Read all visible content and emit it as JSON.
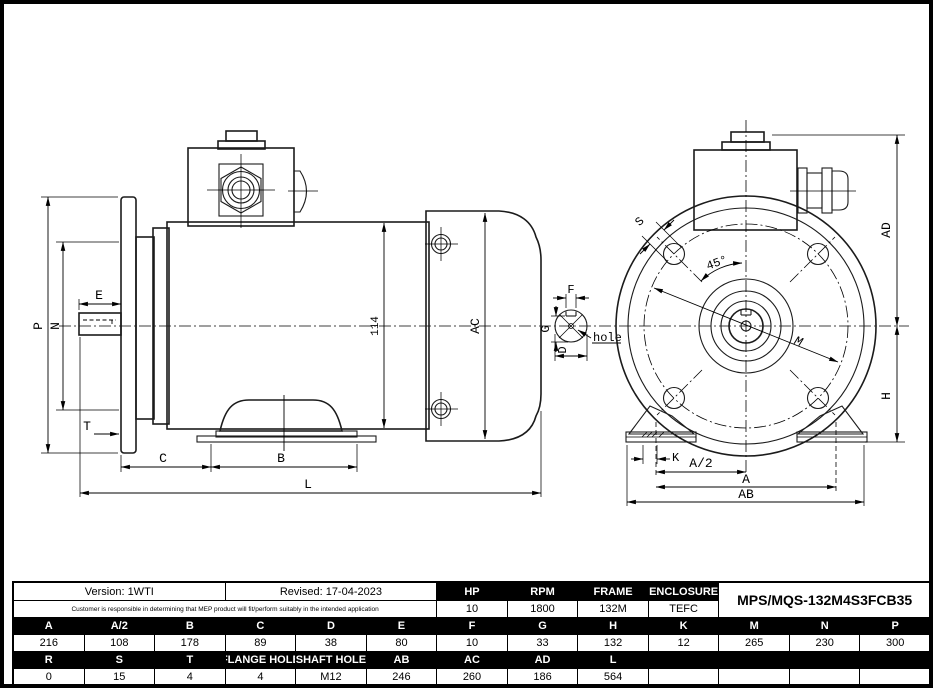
{
  "page": {
    "bg": "#ffffff",
    "frame_color": "#000000"
  },
  "drawing": {
    "line_color": "#1b1b1b",
    "fill_light": "#dadada",
    "fill_dark": "#a0a0a0",
    "side_view": {
      "P": "P",
      "N": "N",
      "E": "E",
      "T": "T",
      "C": "C",
      "B": "B",
      "L": "L",
      "len_114": "114",
      "AC": "AC"
    },
    "shaft_detail": {
      "F": "F",
      "G": "G",
      "D": "D",
      "hole_label": "hole"
    },
    "front_view": {
      "S": "S",
      "angle_45": "45°",
      "M": "M",
      "AD": "AD",
      "H": "H",
      "K": "K",
      "A_half": "A/2",
      "A": "A",
      "AB": "AB"
    }
  },
  "table": {
    "version": "Version: 1WTI",
    "revised": "Revised: 17-04-2023",
    "disclaimer": "Customer is responsible in determining that MEP product will fit/perform suitably in the intended application",
    "model": "MPS/MQS-132M4S3FCB35",
    "spec_headers": [
      "HP",
      "RPM",
      "FRAME",
      "ENCLOSURE"
    ],
    "spec_values": [
      "10",
      "1800",
      "132M",
      "TEFC"
    ],
    "dim_headers_1": [
      "A",
      "A/2",
      "B",
      "C",
      "D",
      "E",
      "F",
      "G",
      "H",
      "K",
      "M",
      "N",
      "P"
    ],
    "dim_values_1": [
      "216",
      "108",
      "178",
      "89",
      "38",
      "80",
      "10",
      "33",
      "132",
      "12",
      "265",
      "230",
      "300"
    ],
    "dim_headers_2": [
      "R",
      "S",
      "T",
      "FLANGE HOLE",
      "SHAFT HOLE",
      "AB",
      "AC",
      "AD",
      "L"
    ],
    "dim_values_2": [
      "0",
      "15",
      "4",
      "4",
      "M12",
      "246",
      "260",
      "186",
      "564",
      "",
      "",
      "",
      ""
    ]
  }
}
